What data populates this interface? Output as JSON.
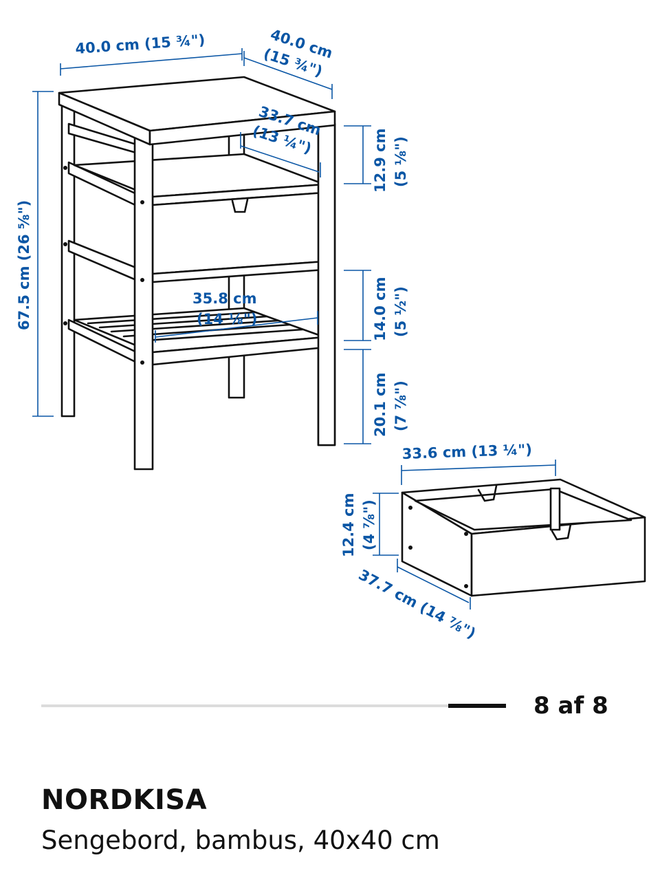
{
  "drawing": {
    "nightstand": {
      "width": "40.0 cm (15 ¾\")",
      "depth_cm": "40.0 cm",
      "depth_in": "(15 ¾\")",
      "height_cm": "67.5 cm (26 ⅝\")",
      "shelf_depth_cm": "33.7 cm",
      "shelf_depth_in": "(13 ¼\")",
      "top_gap_cm": "12.9 cm",
      "top_gap_in": "(5 ⅛\")",
      "drawer_gap_cm": "14.0 cm",
      "drawer_gap_in": "(5 ½\")",
      "bottom_gap_cm": "20.1 cm",
      "bottom_gap_in": "(7 ⅞\")",
      "inner_width_cm": "35.8 cm",
      "inner_width_in": "(14 ⅛\")"
    },
    "drawer": {
      "width": "33.6 cm (13 ¼\")",
      "height_cm": "12.4 cm",
      "height_in": "(4 ⅞\")",
      "depth": "37.7 cm (14 ⅞\")"
    }
  },
  "gallery": {
    "current": 8,
    "total": 8,
    "counter_label": "8 af 8"
  },
  "product": {
    "name": "NORDKISA",
    "description": "Sengebord, bambus, 40x40 cm"
  }
}
